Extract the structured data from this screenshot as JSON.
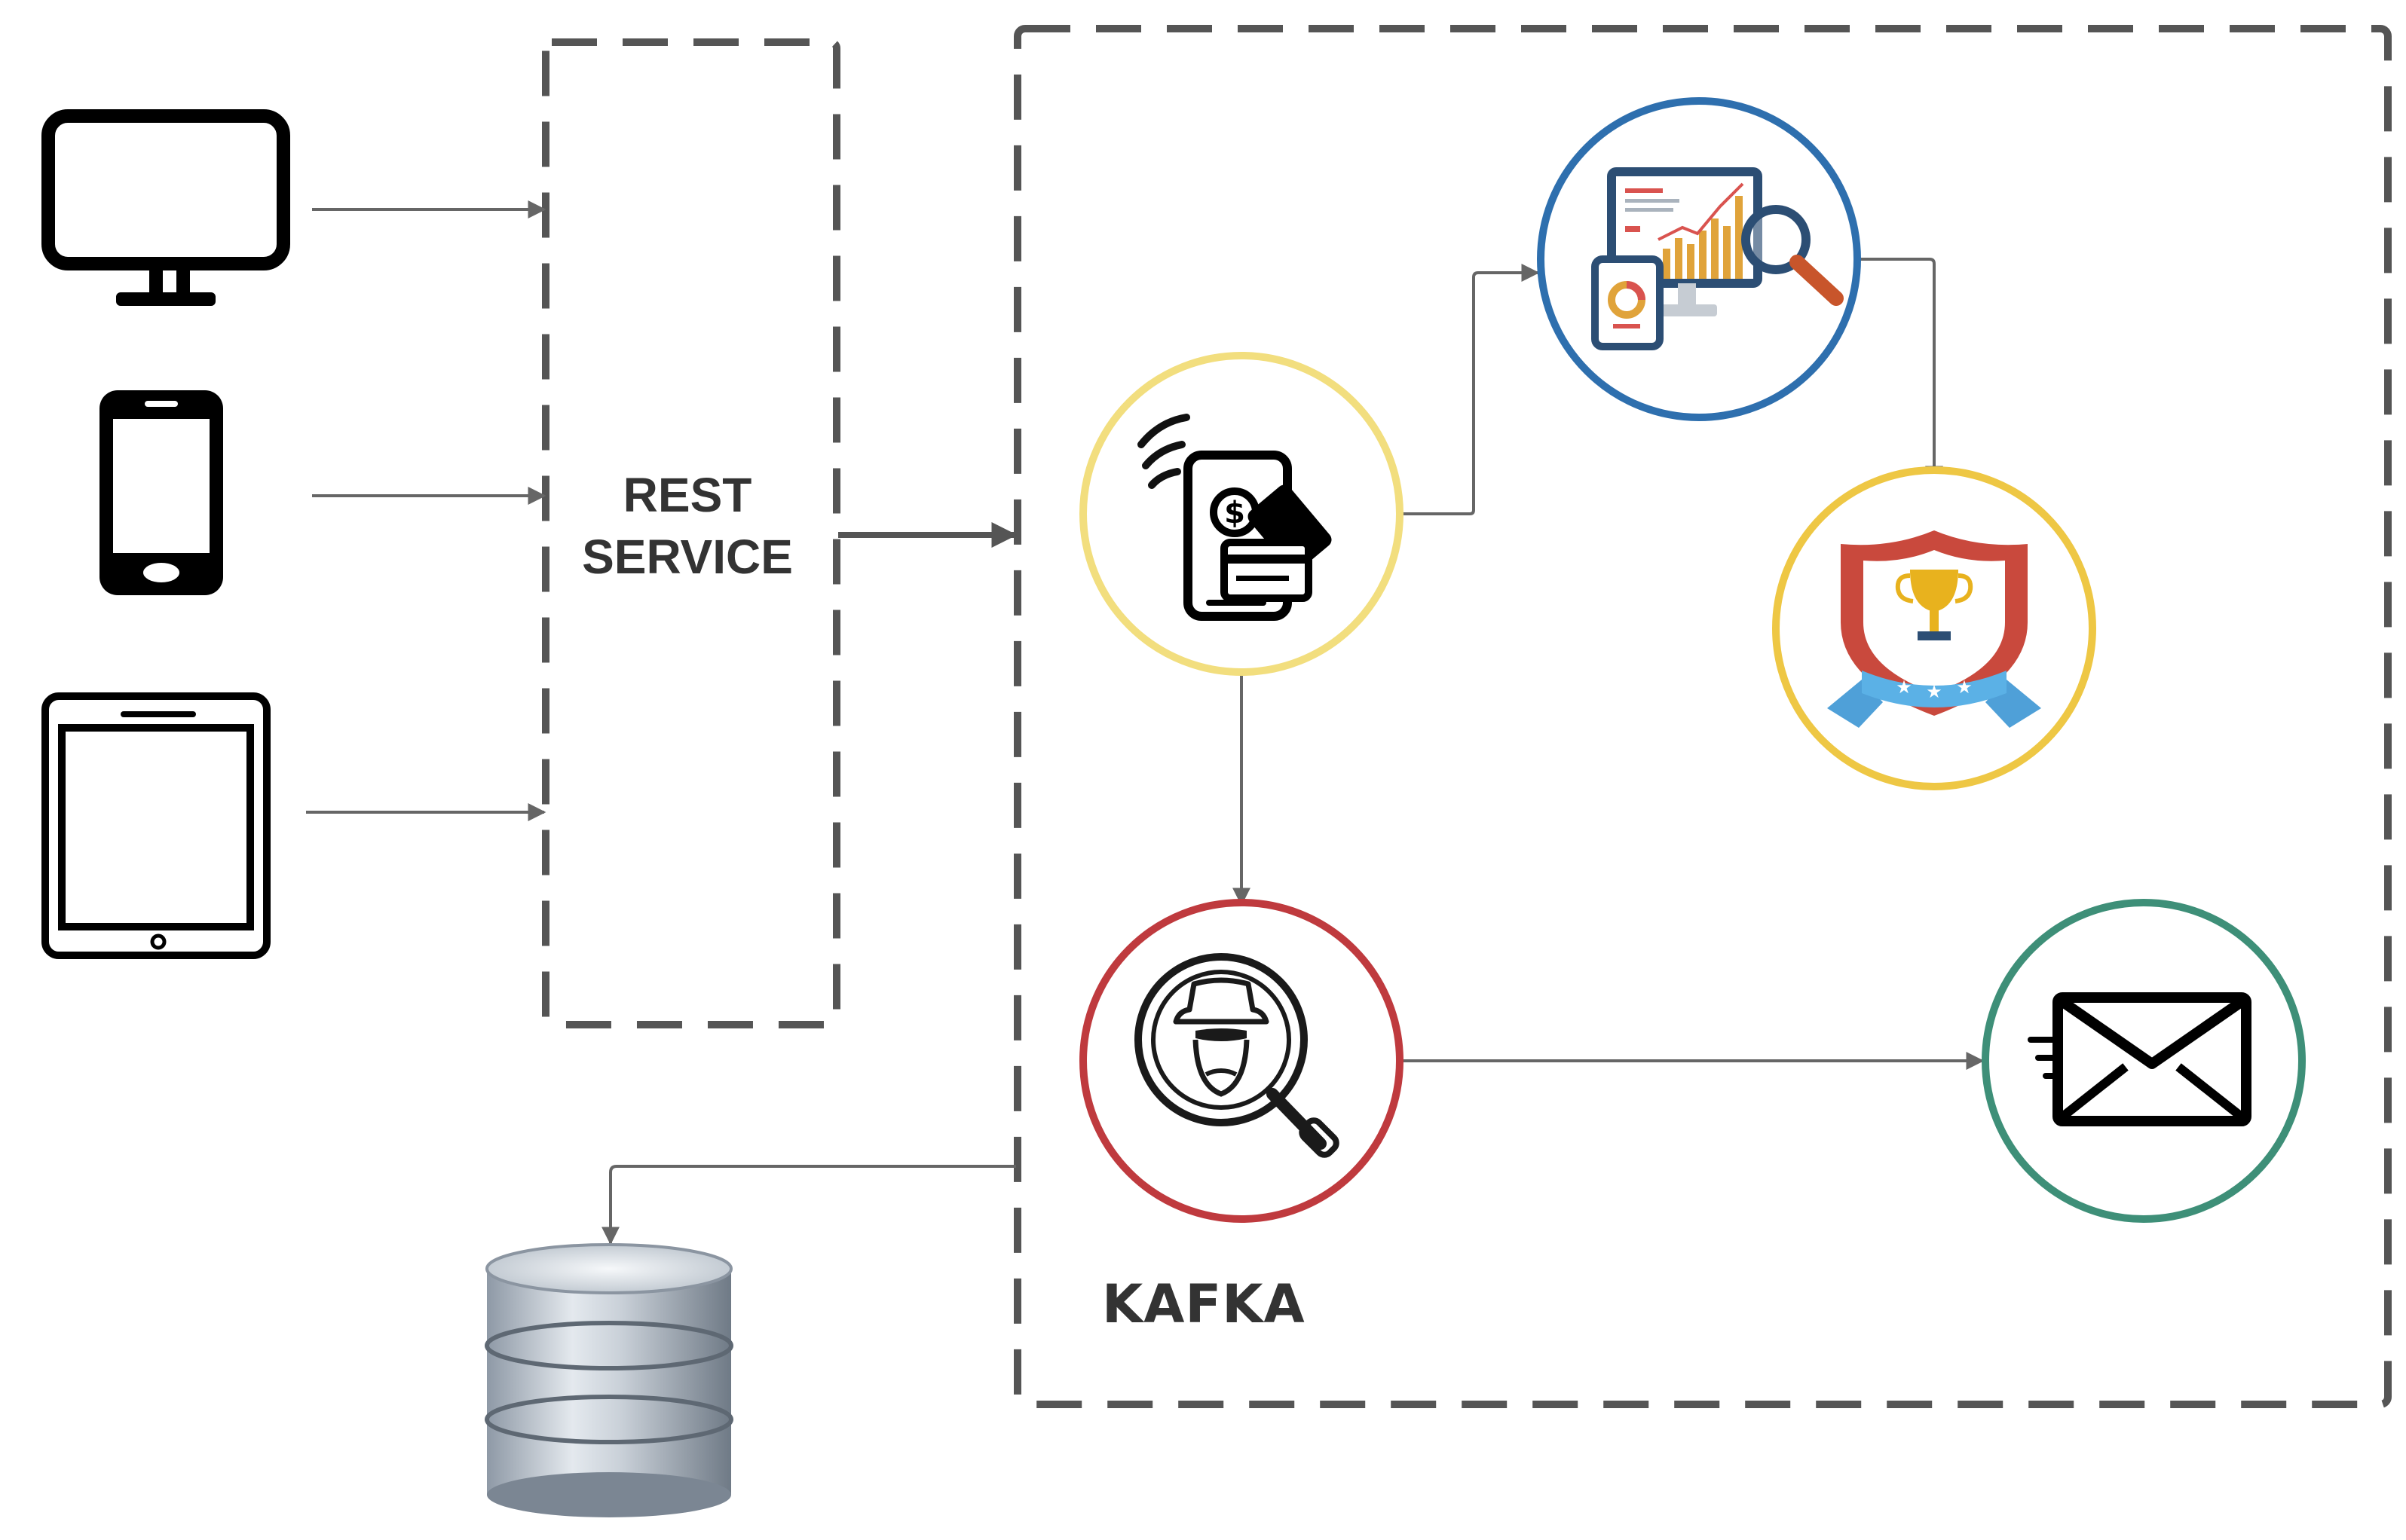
{
  "diagram": {
    "rest_service": {
      "line1": "REST",
      "line2": "SERVICE"
    },
    "kafka_label": "KAFKA",
    "client_devices": [
      {
        "name": "desktop-monitor-icon"
      },
      {
        "name": "smartphone-icon"
      },
      {
        "name": "tablet-icon"
      }
    ],
    "services": [
      {
        "name": "payment-icon",
        "ring_color": "#F2DE7E"
      },
      {
        "name": "analytics-dashboard-icon",
        "ring_color": "#2E6FAE"
      },
      {
        "name": "reward-shield-icon",
        "ring_color": "#EEC744"
      },
      {
        "name": "fraud-detection-icon",
        "ring_color": "#BF3A3E"
      },
      {
        "name": "email-notification-icon",
        "ring_color": "#3E8F78"
      }
    ],
    "storage": {
      "name": "database-icon"
    },
    "colors": {
      "dashed_border": "#555555",
      "arrow": "#666666",
      "text": "#333333"
    }
  }
}
